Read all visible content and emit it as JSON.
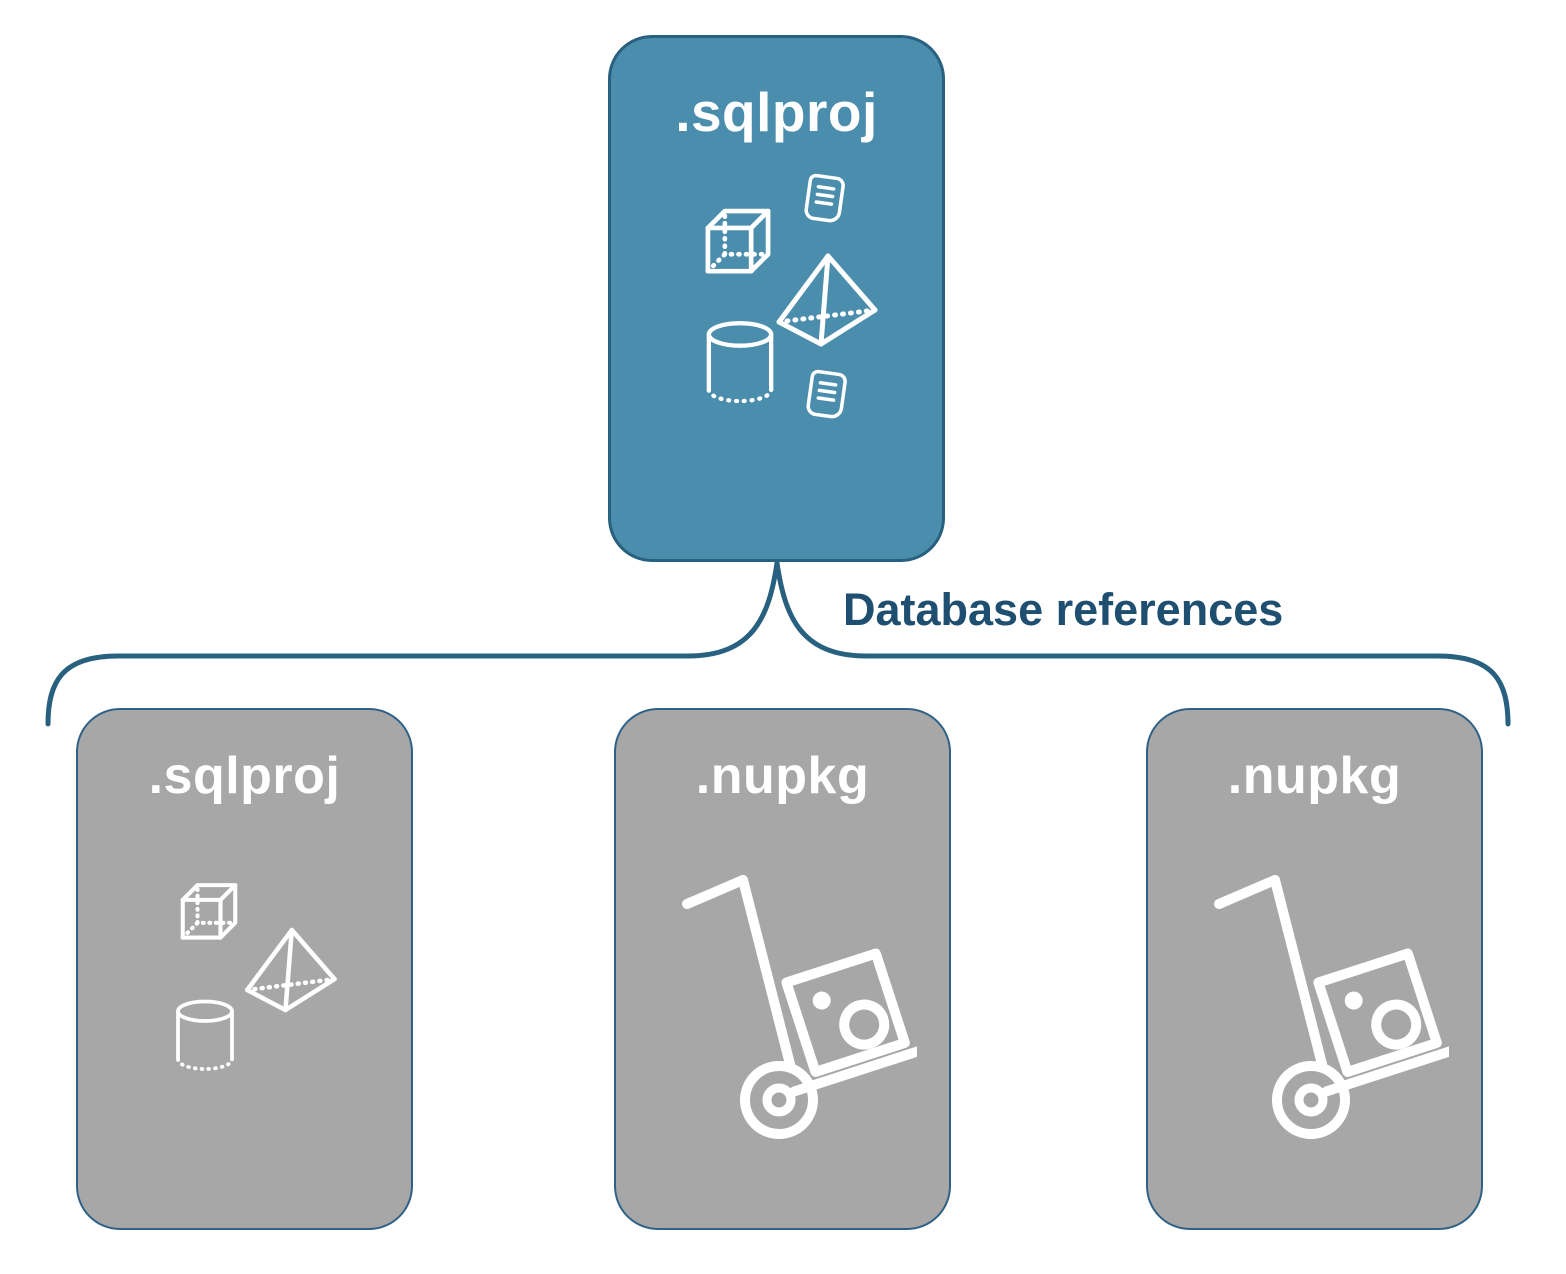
{
  "root_box": {
    "label": ".sqlproj",
    "icons": [
      "script-icon",
      "cube-icon",
      "pyramid-icon",
      "cylinder-icon",
      "script-icon"
    ]
  },
  "connector": {
    "label": "Database references"
  },
  "child_boxes": [
    {
      "label": ".sqlproj",
      "icons": [
        "cube-icon",
        "pyramid-icon",
        "cylinder-icon"
      ]
    },
    {
      "label": ".nupkg",
      "icons": [
        "hand-truck-package-icon"
      ]
    },
    {
      "label": ".nupkg",
      "icons": [
        "hand-truck-package-icon"
      ]
    }
  ],
  "colors": {
    "root_fill": "#4A8DAC",
    "root_border": "#28607F",
    "child_fill": "#A7A7A7",
    "child_border": "#2F6187",
    "connector": "#28607F",
    "edge_text": "#1E4E70",
    "label_text": "#FFFFFF",
    "icon_stroke": "#FFFFFF"
  }
}
